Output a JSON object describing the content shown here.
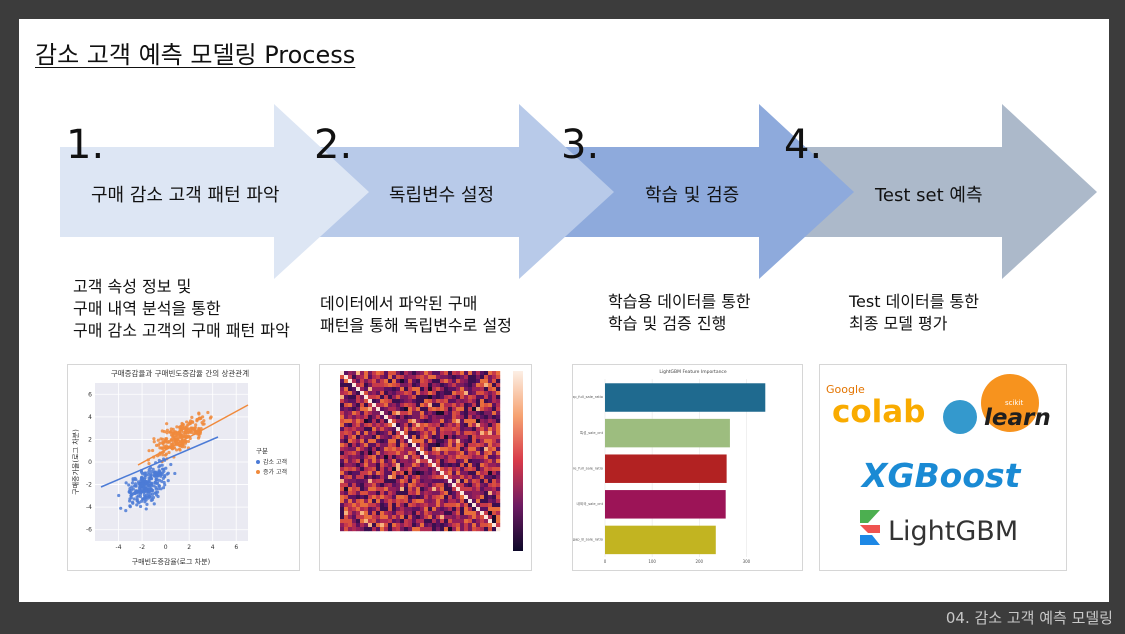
{
  "title": "감소 고객 예측 모델링 Process",
  "footer": "04. 감소 고객 예측 모델링",
  "steps": [
    {
      "number": "1.",
      "label": "구매 감소 고객 패턴 파악",
      "desc": [
        "고객 속성 정보 및",
        "구매 내역 분석을 통한",
        "구매 감소 고객의 구매 패턴 파악"
      ],
      "color": "#dde6f4"
    },
    {
      "number": "2.",
      "label": "독립변수 설정",
      "desc": [
        "데이터에서 파악된 구매",
        "패턴을 통해 독립변수로 설정"
      ],
      "color": "#b8cae9"
    },
    {
      "number": "3.",
      "label": "학습 및 검증",
      "desc": [
        "학습용 데이터를 통한",
        "학습 및 검증 진행"
      ],
      "color": "#8eaadc"
    },
    {
      "number": "4.",
      "label": "Test set 예측",
      "desc": [
        "Test 데이터를 통한",
        "최종 모델 평가"
      ],
      "color": "#acb9ca"
    }
  ],
  "scatter": {
    "title": "구매증감율과 구매빈도증감율 간의 상관관계",
    "xlabel": "구매빈도증감율(로그 차분)",
    "ylabel": "구매증가율(로그 차분)",
    "legend_title": "구분",
    "legend": [
      {
        "name": "감소 고객",
        "color": "#4c7bd6"
      },
      {
        "name": "증가 고객",
        "color": "#f08a3c"
      }
    ],
    "xticks": [
      "-4",
      "-2",
      "0",
      "2",
      "4",
      "6"
    ],
    "yticks": [
      "6",
      "4",
      "2",
      "0",
      "-2",
      "-4",
      "-6"
    ]
  },
  "bar_panel": {
    "title": "LightGBM Feature Importance",
    "bars": [
      {
        "label": "gap_full_sale_ratio",
        "value": 340,
        "color": "#1f6a8f"
      },
      {
        "label": "특성_sale_cnt",
        "value": 265,
        "color": "#9dbd7f"
      },
      {
        "label": "pre_full_sale_ratio",
        "value": 258,
        "color": "#b22222"
      },
      {
        "label": "내외국_sale_cnt",
        "value": 256,
        "color": "#9c1457"
      },
      {
        "label": "gap_B_sale_ratio",
        "value": 235,
        "color": "#c2b421"
      }
    ],
    "xticks": [
      "0",
      "100",
      "200",
      "300"
    ]
  },
  "tools": {
    "colab_small": "Google",
    "colab": "colab",
    "sklearn_small": "scikit",
    "sklearn": "learn",
    "xgboost": "XGBoost",
    "lightgbm": "LightGBM"
  }
}
